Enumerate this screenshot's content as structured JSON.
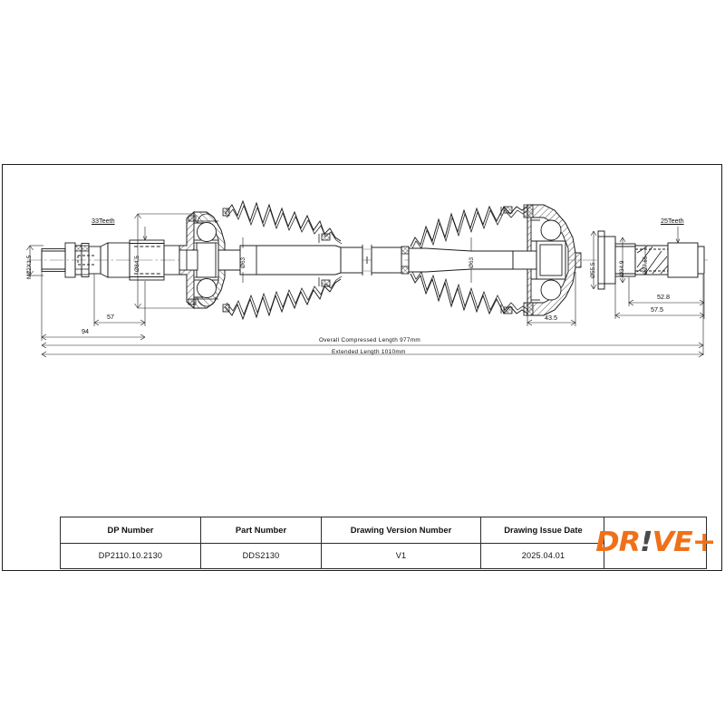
{
  "document": {
    "type": "engineering-drawing",
    "subject": "CV axle drive shaft assembly"
  },
  "title_block": {
    "headers": [
      "DP Number",
      "Part Number",
      "Drawing Version Number",
      "Drawing Issue Date"
    ],
    "values": [
      "DP2110.10.2130",
      "DDS2130",
      "V1",
      "2025.04.01"
    ],
    "logo": {
      "text_before": "DR",
      "bang": "!",
      "text_after": "VE+",
      "color": "#F07019",
      "bang_color": "#4a4a4a"
    }
  },
  "drawing": {
    "notes": {
      "compressed_length": "Overall  Compressed  Length 977mm",
      "extended_length": "Extended  Length 1010mm"
    },
    "left_end": {
      "thread": "M22X1.5",
      "teeth": "33Teeth",
      "flange_diameter": "Ø84.5",
      "dim_short": "57",
      "dim_long": "94"
    },
    "center": {
      "boot_diameter_left": "Ø63",
      "boot_diameter_right": "Ø63"
    },
    "right_end": {
      "teeth": "25Teeth",
      "joint_diameter": "Ø55.5",
      "shaft_diameter": "Ø34.9",
      "spline_diameter": "Ø27.65",
      "dim_joint": "43.5",
      "dim_spline": "52.8",
      "dim_total": "57.5"
    }
  },
  "colors": {
    "line": "#1c1c1c",
    "accent": "#F07019",
    "hatch": "#333333",
    "centerline": "#9a9a9a"
  }
}
